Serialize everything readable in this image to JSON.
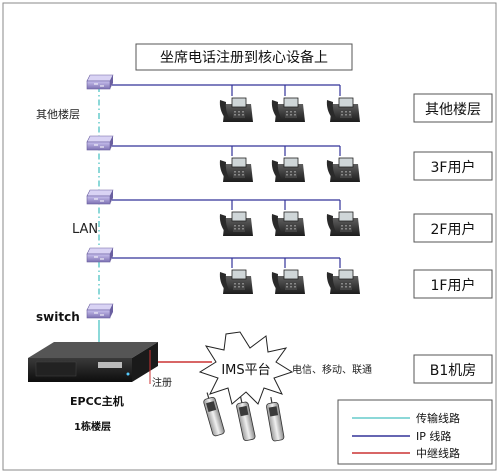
{
  "title": "坐席电话注册到核心设备上",
  "floors": [
    {
      "label": "其他楼层"
    },
    {
      "label": "3F用户"
    },
    {
      "label": "2F用户"
    },
    {
      "label": "1F用户"
    },
    {
      "label": "B1机房"
    }
  ],
  "side_labels": {
    "other_floor": "其他楼层",
    "lan": "LAN",
    "switch": "switch"
  },
  "host": {
    "name": "EPCC主机",
    "location": "1栋楼层",
    "register_label": "注册"
  },
  "ims": {
    "label": "IMS平台",
    "carriers": "电信、移动、联通"
  },
  "legend": [
    {
      "label": "传输线路",
      "color": "#66cccc"
    },
    {
      "label": "IP  线路",
      "color": "#333399"
    },
    {
      "label": "中继线路",
      "color": "#cc3333"
    }
  ],
  "colors": {
    "trunk": "#66cccc",
    "ip": "#333399",
    "relay": "#cc3333",
    "switch": "#9b8fc9"
  }
}
